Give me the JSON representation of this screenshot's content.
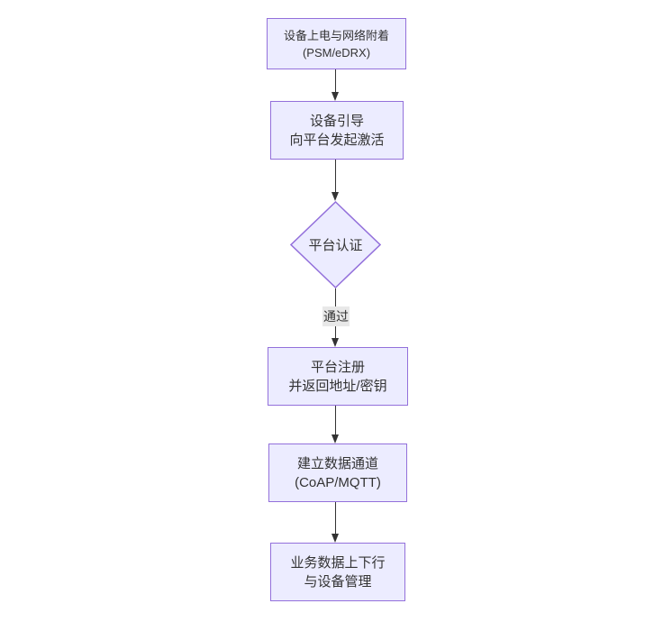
{
  "diagram": {
    "type": "flowchart-vertical",
    "background": "#ffffff",
    "colors": {
      "node_fill": "#ECECFF",
      "node_border": "#9370DB",
      "text": "#333333",
      "arrow": "#333333",
      "edge_label_bg": "#e8e8e8"
    },
    "nodes": {
      "power_attach": {
        "line1": "设备上电与网络附着",
        "line2": "(PSM/eDRX)"
      },
      "bootstrap": {
        "line1": "设备引导",
        "line2": "向平台发起激活"
      },
      "platform_auth": {
        "label": "平台认证"
      },
      "platform_register": {
        "line1": "平台注册",
        "line2": "并返回地址/密钥"
      },
      "data_channel": {
        "line1": "建立数据通道",
        "line2": "(CoAP/MQTT)"
      },
      "business_mgmt": {
        "line1": "业务数据上下行",
        "line2": "与设备管理"
      }
    },
    "edges": {
      "pass_label": "通过"
    }
  }
}
